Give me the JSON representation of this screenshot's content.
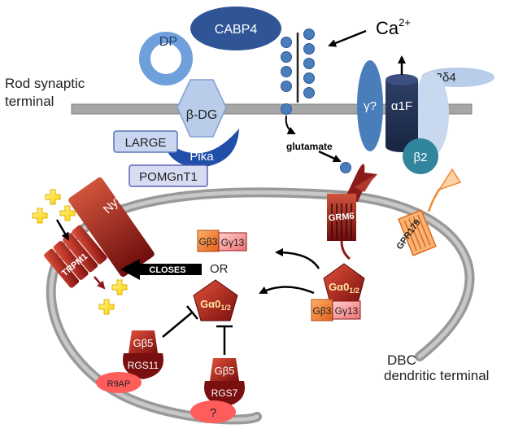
{
  "labels": {
    "rod_terminal_line1": "Rod synaptic",
    "rod_terminal_line2": "terminal",
    "dbc_line1": "DBC",
    "dbc_line2": "dendritic terminal",
    "cabp4": "CABP4",
    "ca_base": "Ca",
    "ca_sup": "2+",
    "dp": "DP",
    "beta_dg": "β-DG",
    "large": "LARGE",
    "pika": "Pika",
    "pomgnt1": "POMGnT1",
    "glutamate": "glutamate",
    "gamma_q": "γ?",
    "alpha1f": "α1F",
    "alpha2d4": "α2δ4",
    "beta2": "β2",
    "grm6": "GRM6",
    "gpr179": "GPR179",
    "nyx": "Nyx",
    "trpm1": "TRPM1",
    "closes": "CLOSES",
    "or": "OR",
    "gb3": "Gβ3",
    "gg13": "Gγ13",
    "gao_main": "Gα0",
    "gao_sub": "1/2",
    "gb5": "Gβ5",
    "rgs11": "RGS11",
    "rgs7": "RGS7",
    "r9ap": "R9AP",
    "question": "?"
  },
  "colors": {
    "membrane": "#a6a6a6",
    "dark_red": "#8b1a1a",
    "orange": "#f07c2a",
    "blue_dark": "#2f5597",
    "blue_mid": "#4a7ebb",
    "blue_light": "#a9c4eb",
    "teal": "#31859c",
    "yellow": "#ffe600",
    "pink": "#ff5c5c"
  }
}
